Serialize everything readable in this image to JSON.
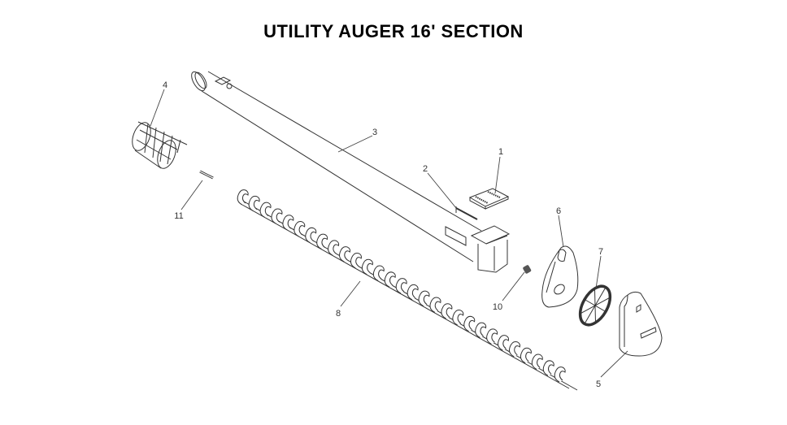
{
  "title": "UTILITY AUGER 16' SECTION",
  "callouts": {
    "c1": "1",
    "c2": "2",
    "c3": "3",
    "c4": "4",
    "c5": "5",
    "c6": "6",
    "c7": "7",
    "c8": "8",
    "c10": "10",
    "c11": "11"
  },
  "auger_flight_count": 29
}
